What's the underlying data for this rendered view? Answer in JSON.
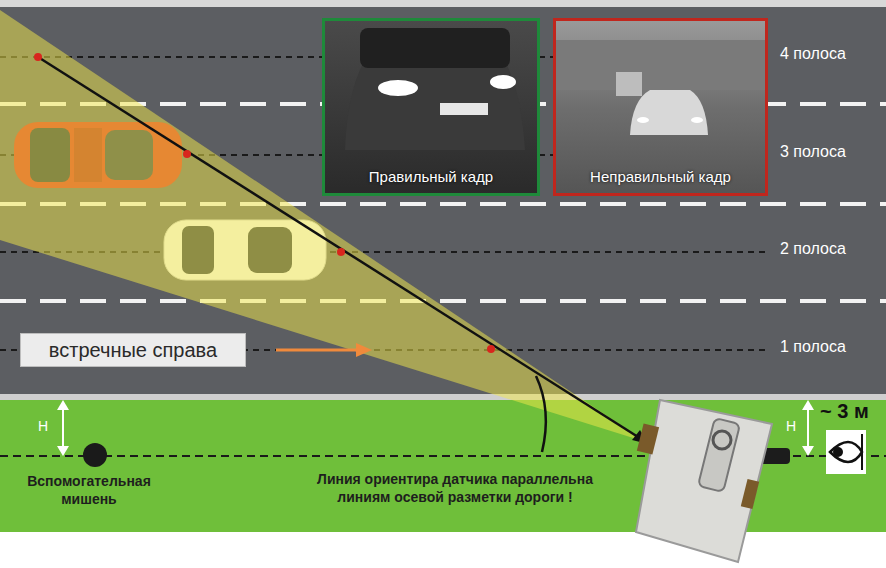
{
  "diagram": {
    "nodes": [
      {
        "text": [
          "Правильный кадр"
        ]
      },
      {
        "text": [
          "Неправильный кадр"
        ]
      },
      {
        "text": [
          "встречные справа"
        ]
      }
    ],
    "labels": [
      "4 полоса",
      "3 полоса",
      "2 полоса",
      "1 полоса",
      "H",
      "H",
      "~ 3 м",
      "Вспомогательная мишень",
      "Линия ориентира датчика параллельна линиям осевой разметки дороги !"
    ]
  }
}
